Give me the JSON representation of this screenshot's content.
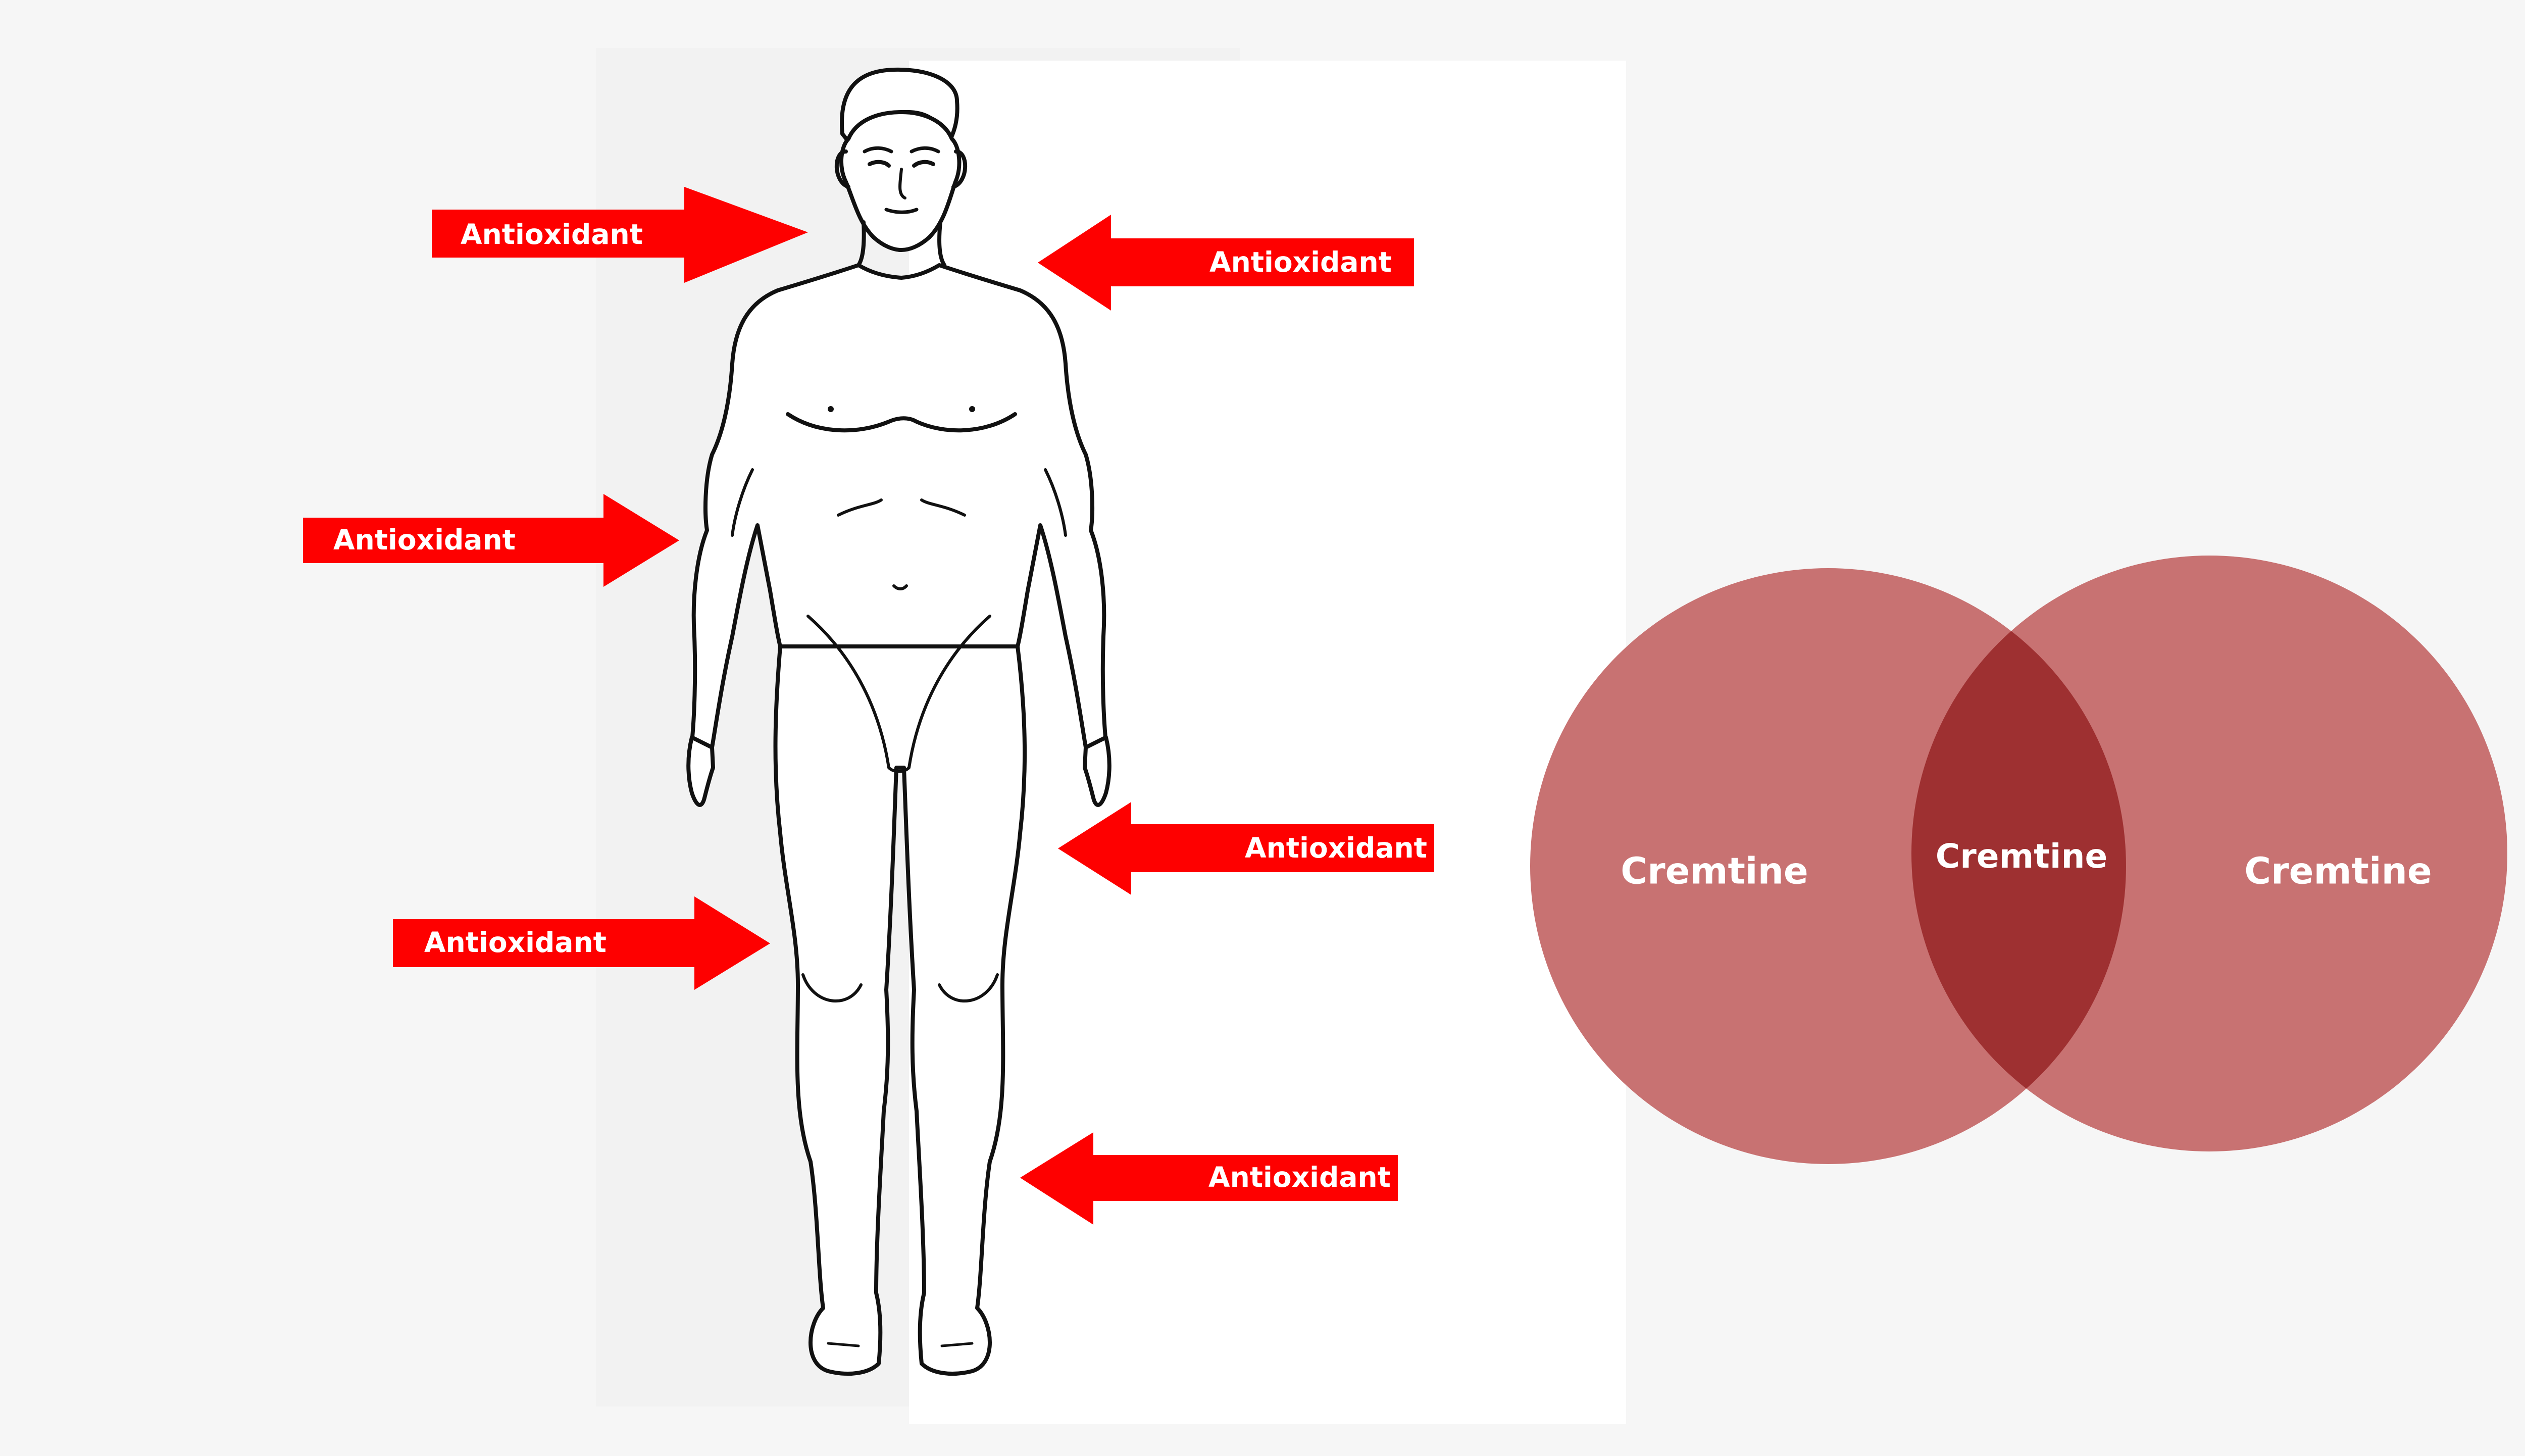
{
  "colors": {
    "arrow": "#fe0000",
    "venn_outer": "#c87272",
    "venn_overlap": "#9e3031",
    "background": "#f6f6f6",
    "panel": "#ffffff",
    "figure_outline": "#111111"
  },
  "diagram": {
    "arrows": [
      {
        "label": "Antioxidant",
        "direction": "right"
      },
      {
        "label": "Antioxidant",
        "direction": "left"
      },
      {
        "label": "Antioxidant",
        "direction": "right"
      },
      {
        "label": "Antioxidant",
        "direction": "left"
      },
      {
        "label": "Antioxidant",
        "direction": "right"
      },
      {
        "label": "Antioxidant",
        "direction": "left"
      }
    ],
    "venn": {
      "left_label": "Cremtine",
      "overlap_label": "Cremtine",
      "right_label": "Cremtine"
    }
  }
}
